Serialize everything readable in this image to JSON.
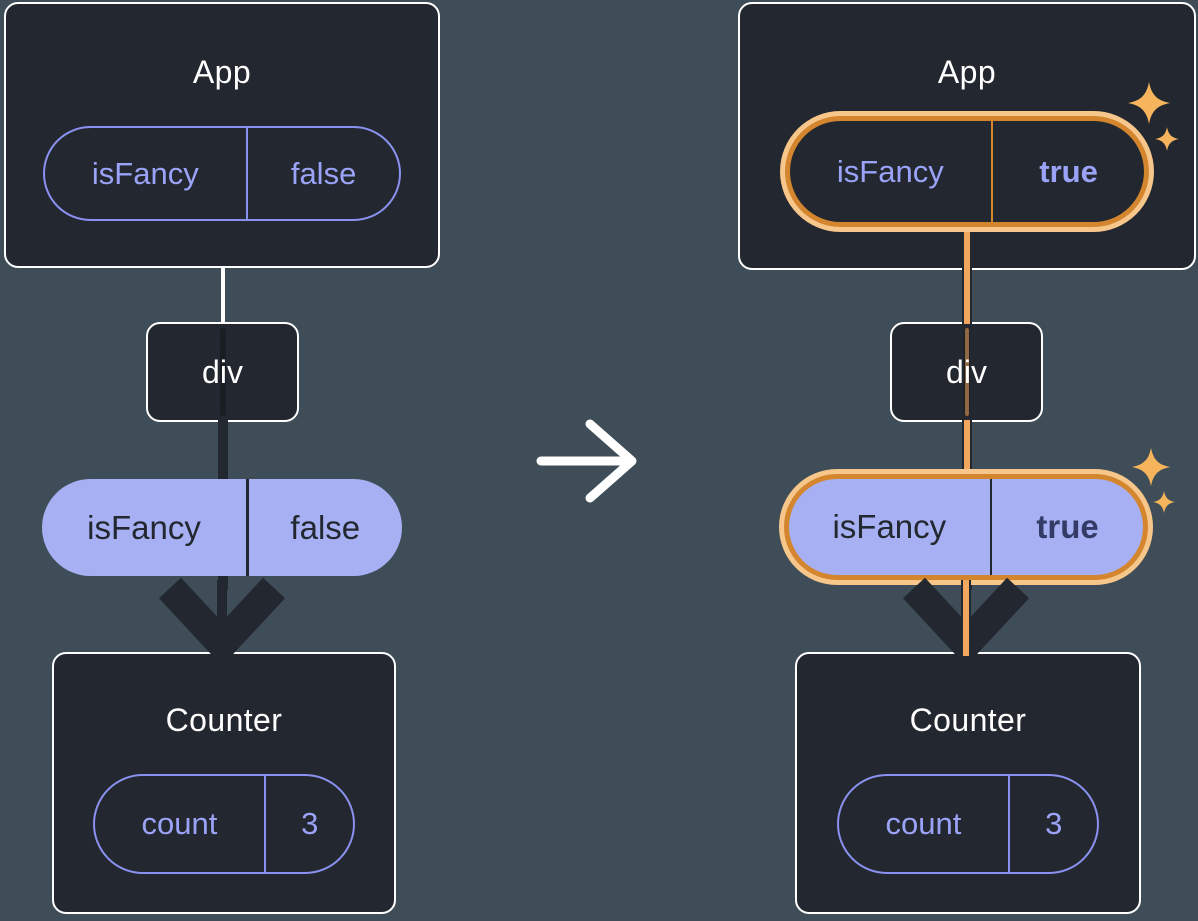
{
  "diagram": {
    "before": {
      "app": {
        "title": "App",
        "state": {
          "name": "isFancy",
          "value": "false"
        }
      },
      "div": {
        "label": "div"
      },
      "passed_prop": {
        "name": "isFancy",
        "value": "false"
      },
      "counter": {
        "title": "Counter",
        "state": {
          "name": "count",
          "value": "3"
        }
      }
    },
    "after": {
      "app": {
        "title": "App",
        "state": {
          "name": "isFancy",
          "value": "true"
        }
      },
      "div": {
        "label": "div"
      },
      "passed_prop": {
        "name": "isFancy",
        "value": "true"
      },
      "counter": {
        "title": "Counter",
        "state": {
          "name": "count",
          "value": "3"
        }
      }
    }
  },
  "icons": {
    "transform_arrow": "right-arrow-icon",
    "flow_arrowhead": "down-arrowhead-icon",
    "highlight": "sparkle-icon"
  },
  "colors": {
    "background": "#3e4d57",
    "component_fill": "#23272f",
    "component_border": "#ffffff",
    "state_purple_outline": "#8a91f0",
    "state_purple_text": "#9aa3f7",
    "prop_pill_fill": "#a6b0f3",
    "dark_text": "#23272f",
    "highlight_orange": "#d4862f",
    "highlight_orange_light": "#f7c68b",
    "highlight_flow_line": "#f2a75e",
    "sparkle_gold": "#f6b45c",
    "bold_true_dark": "#343b66"
  }
}
